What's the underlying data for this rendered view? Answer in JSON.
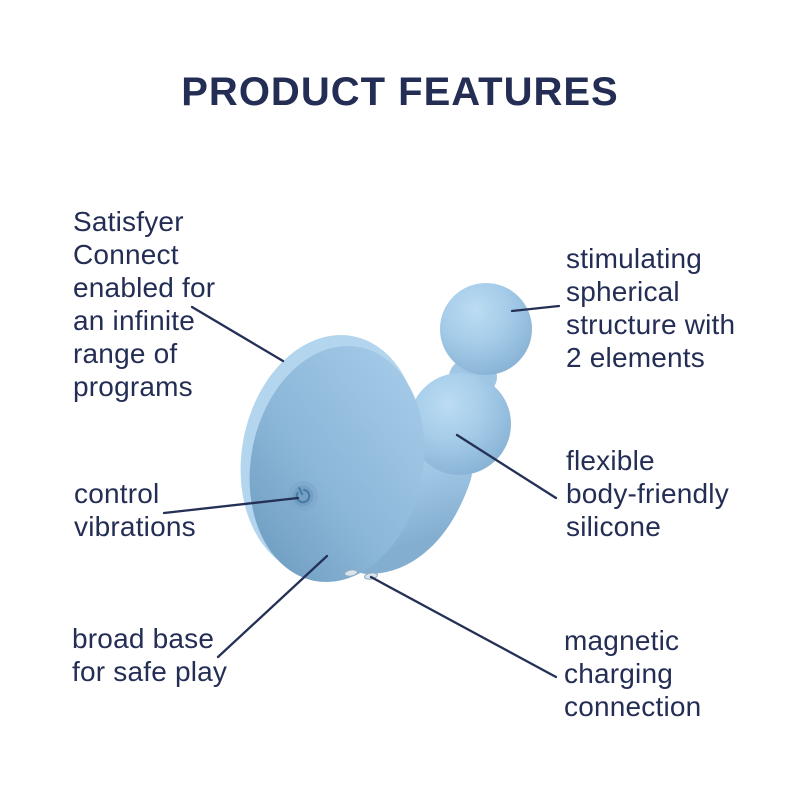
{
  "title": "PRODUCT FEATURES",
  "callouts": [
    {
      "name": "satisfyer-connect",
      "text": "Satisfyer\nConnect\nenabled for\nan infinite\nrange of\nprograms"
    },
    {
      "name": "stimulating-structure",
      "text": "stimulating\nspherical\nstructure with\n2 elements"
    },
    {
      "name": "control-vibrations",
      "text": "control\nvibrations"
    },
    {
      "name": "flexible-silicone",
      "text": "flexible\nbody-friendly\nsilicone"
    },
    {
      "name": "broad-base",
      "text": "broad base\nfor safe play"
    },
    {
      "name": "magnetic-charging",
      "text": "magnetic\ncharging\nconnection"
    }
  ],
  "icons": {
    "power_button": "power-icon",
    "charging_contacts": "charging-contacts-icon"
  },
  "colors": {
    "text_navy": "#242e55",
    "callout_line": "#243056",
    "product_light": "#bcdcf3",
    "product_mid": "#9cc5e4",
    "product_shadow": "#6e9dc1",
    "rim_highlight": "#b3d6ee",
    "contact_silver": "#d9e4ec",
    "background": "#ffffff"
  }
}
